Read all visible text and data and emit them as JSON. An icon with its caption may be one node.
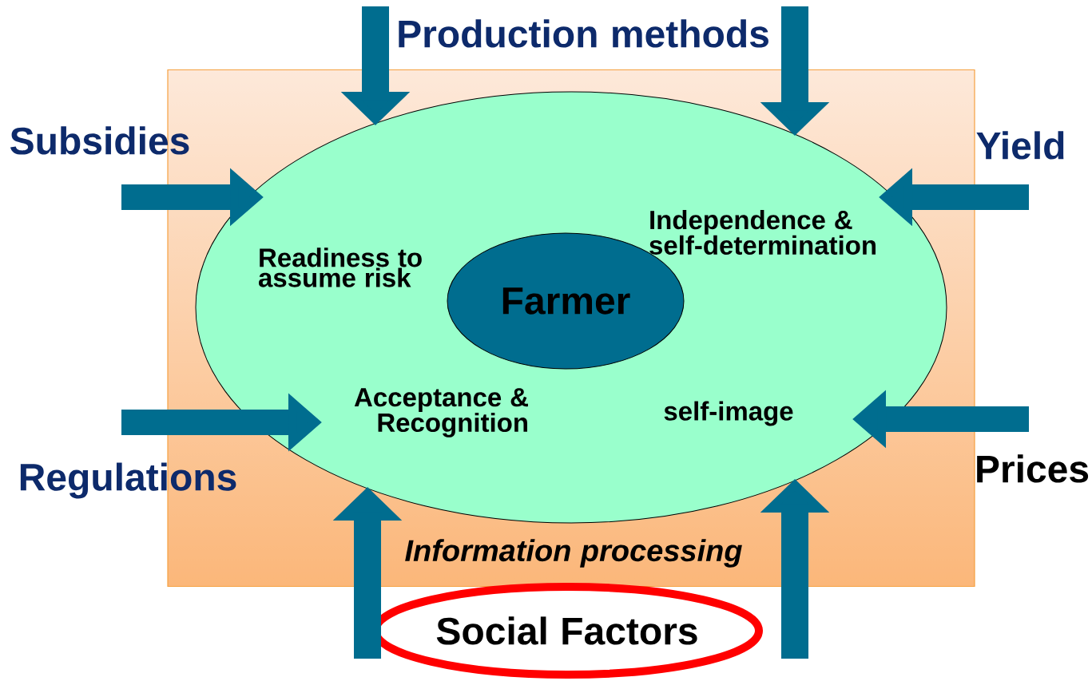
{
  "diagram": {
    "nodes": [
      {
        "text": [
          "Information processing"
        ]
      },
      {
        "text": [
          "Readiness to assume risk",
          "Independence & self-determination",
          "Acceptance & Recognition",
          "self-image"
        ],
        "in": 0
      },
      {
        "text": [
          "Farmer"
        ],
        "in": 1
      },
      {
        "text": [
          "Social Factors"
        ]
      },
      {
        "text": [
          "Production methods"
        ]
      },
      {
        "text": [
          "Subsidies"
        ]
      },
      {
        "text": [
          "Yield"
        ]
      },
      {
        "text": [
          "Regulations"
        ]
      },
      {
        "text": [
          "Prices"
        ]
      }
    ],
    "edges": [
      {
        "from": 4,
        "to": 1,
        "arrow": "to"
      },
      {
        "from": 4,
        "to": 1,
        "arrow": "to"
      },
      {
        "from": 5,
        "to": 1,
        "arrow": "to"
      },
      {
        "from": 6,
        "to": 1,
        "arrow": "to"
      },
      {
        "from": 7,
        "to": 1,
        "arrow": "to"
      },
      {
        "from": 8,
        "to": 1,
        "arrow": "to"
      },
      {
        "from": 3,
        "to": 1,
        "arrow": "to"
      },
      {
        "from": 3,
        "to": 1,
        "arrow": "to"
      }
    ]
  }
}
